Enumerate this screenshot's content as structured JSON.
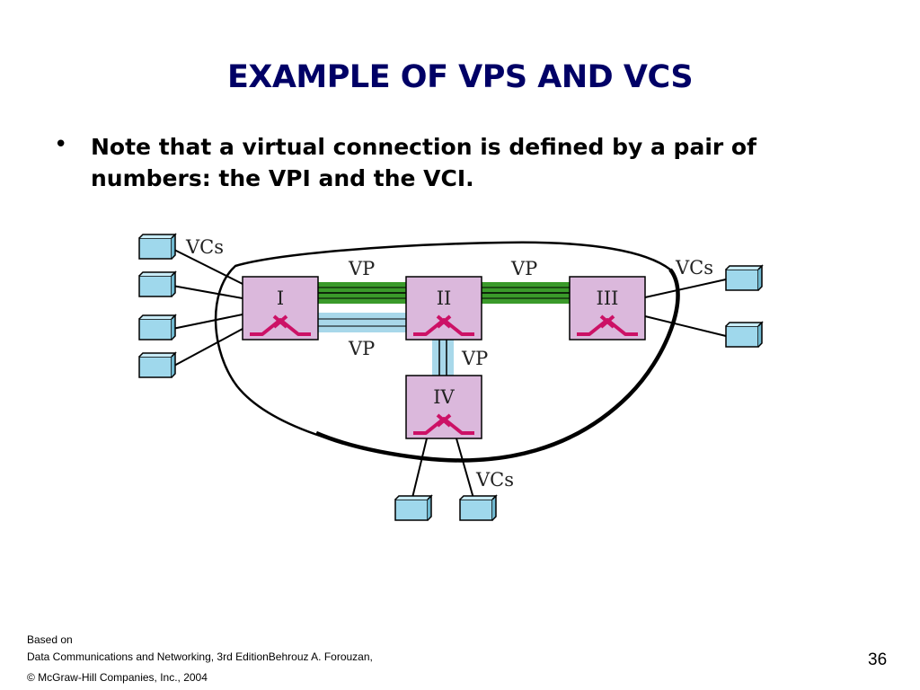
{
  "slide": {
    "title": "EXAMPLE OF VPS AND VCS",
    "bullet": "Note that a virtual connection is defined by a pair of numbers: the VPI and the VCI.",
    "page_number": "36"
  },
  "diagram": {
    "switches": [
      "I",
      "II",
      "III",
      "IV"
    ],
    "vp_labels": {
      "top_left": "VP",
      "top_right": "VP",
      "bottom_left": "VP",
      "vertical": "VP"
    },
    "vcs_labels": {
      "left": "VCs",
      "right": "VCs",
      "bottom": "VCs"
    },
    "colors": {
      "switch_fill": "#dbb8dc",
      "switch_symbol": "#cc1166",
      "green_path": "#3a9a2a",
      "blue_path": "#a8d8ea",
      "endpoint_fill": "#9fd8ec"
    }
  },
  "footer": {
    "line1": "Based on",
    "line2": "Data Communications and Networking, 3rd EditionBehrouz A. Forouzan,",
    "line3": "© McGraw-Hill Companies, Inc., 2004"
  }
}
